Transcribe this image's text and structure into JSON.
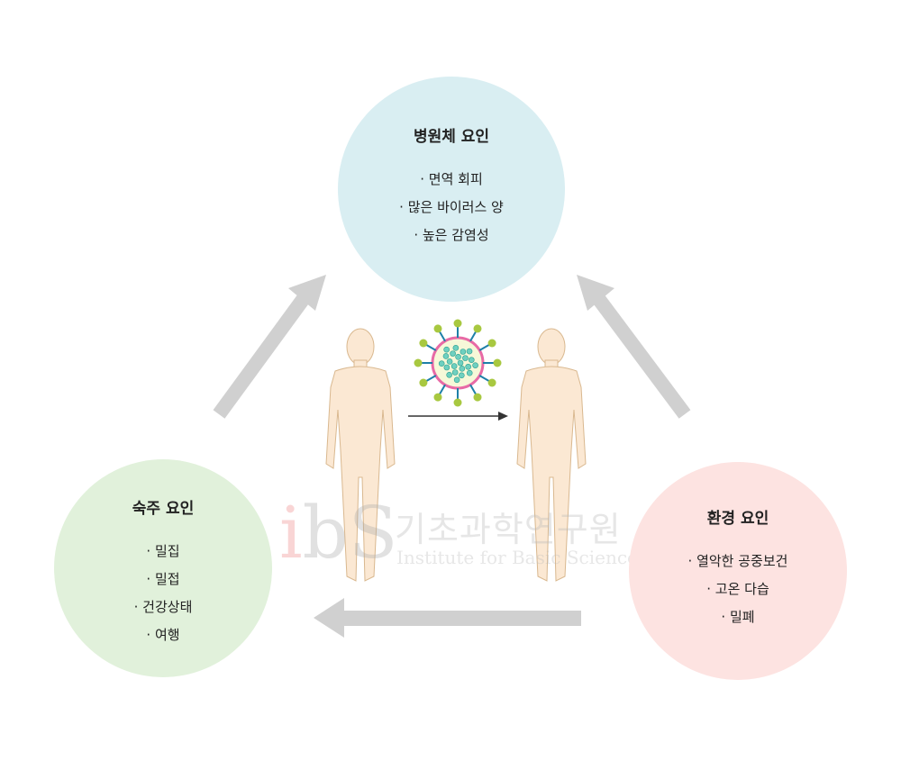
{
  "pathogen": {
    "title": "병원체 요인",
    "items": [
      "면역 회피",
      "많은 바이러스 양",
      "높은 감염성"
    ],
    "color": "#d9eef2"
  },
  "host": {
    "title": "숙주 요인",
    "items": [
      "밀집",
      "밀접",
      "건강상태",
      "여행"
    ],
    "color": "#e1f1db"
  },
  "environment": {
    "title": "환경 요인",
    "items": [
      "열악한 공중보건",
      "고온 다습",
      "밀폐"
    ],
    "color": "#fde3e1"
  },
  "watermark": {
    "logo": "ibs",
    "korean": "기초과학연구원",
    "english": "Institute for Basic Science"
  },
  "arrow_color": "#d0d0d0",
  "skin_color": "#fbe8d3"
}
